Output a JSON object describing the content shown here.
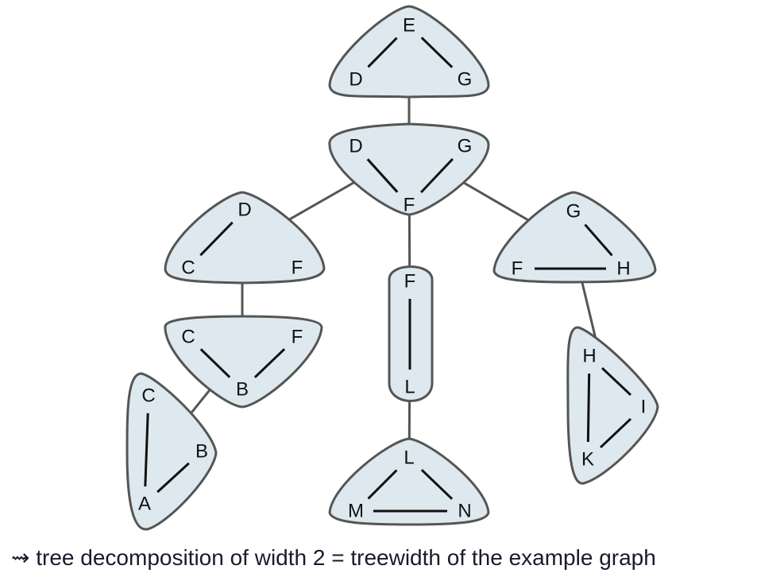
{
  "caption": {
    "arrow": "⇝",
    "text": "tree decomposition of width 2 = treewidth of the example graph"
  },
  "colors": {
    "bag_fill": "#dde9ee",
    "bag_stroke": "#555555",
    "edge": "#111111"
  },
  "bags": [
    {
      "id": "bag-dge",
      "vertices": [
        "E",
        "D",
        "G"
      ],
      "edges": [
        [
          "E",
          "D"
        ],
        [
          "E",
          "G"
        ]
      ]
    },
    {
      "id": "bag-dgf",
      "vertices": [
        "D",
        "G",
        "F"
      ],
      "edges": [
        [
          "D",
          "F"
        ],
        [
          "G",
          "F"
        ]
      ]
    },
    {
      "id": "bag-dcf",
      "vertices": [
        "D",
        "C",
        "F"
      ],
      "edges": [
        [
          "D",
          "C"
        ]
      ]
    },
    {
      "id": "bag-cfb",
      "vertices": [
        "C",
        "F",
        "B"
      ],
      "edges": [
        [
          "C",
          "B"
        ],
        [
          "F",
          "B"
        ]
      ]
    },
    {
      "id": "bag-cba",
      "vertices": [
        "C",
        "B",
        "A"
      ],
      "edges": [
        [
          "C",
          "A"
        ],
        [
          "B",
          "A"
        ]
      ]
    },
    {
      "id": "bag-fl",
      "vertices": [
        "F",
        "L"
      ],
      "edges": [
        [
          "F",
          "L"
        ]
      ]
    },
    {
      "id": "bag-lmn",
      "vertices": [
        "L",
        "M",
        "N"
      ],
      "edges": [
        [
          "L",
          "M"
        ],
        [
          "L",
          "N"
        ],
        [
          "M",
          "N"
        ]
      ]
    },
    {
      "id": "bag-gfh",
      "vertices": [
        "G",
        "F",
        "H"
      ],
      "edges": [
        [
          "G",
          "H"
        ],
        [
          "F",
          "H"
        ]
      ]
    },
    {
      "id": "bag-hik",
      "vertices": [
        "H",
        "I",
        "K"
      ],
      "edges": [
        [
          "H",
          "I"
        ],
        [
          "H",
          "K"
        ],
        [
          "I",
          "K"
        ]
      ]
    }
  ],
  "tree_edges": [
    [
      "bag-dge",
      "bag-dgf"
    ],
    [
      "bag-dgf",
      "bag-dcf"
    ],
    [
      "bag-dgf",
      "bag-fl"
    ],
    [
      "bag-dgf",
      "bag-gfh"
    ],
    [
      "bag-dcf",
      "bag-cfb"
    ],
    [
      "bag-cfb",
      "bag-cba"
    ],
    [
      "bag-fl",
      "bag-lmn"
    ],
    [
      "bag-gfh",
      "bag-hik"
    ]
  ]
}
